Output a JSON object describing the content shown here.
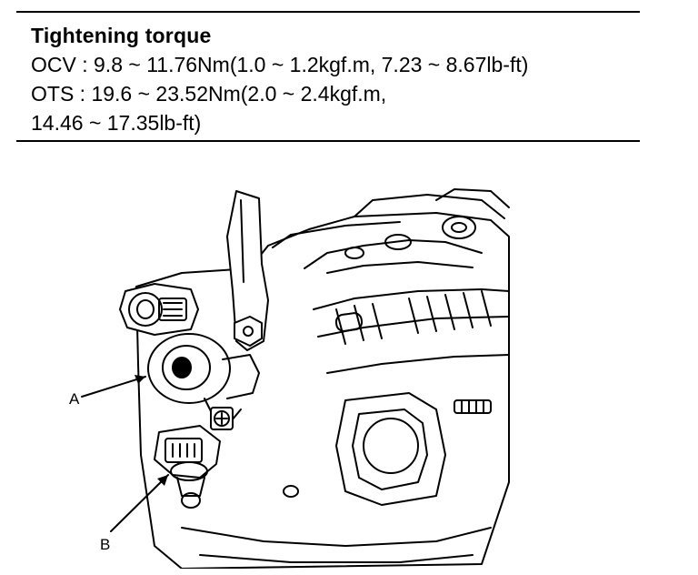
{
  "spec": {
    "title": "Tightening torque",
    "lines": [
      "OCV : 9.8 ~ 11.76Nm(1.0 ~ 1.2kgf.m, 7.23 ~ 8.67lb-ft)",
      "OTS : 19.6 ~ 23.52Nm(2.0 ~ 2.4kgf.m,",
      "14.46 ~ 17.35lb-ft)"
    ]
  },
  "figure": {
    "labels": {
      "a": "A",
      "b": "B"
    }
  }
}
